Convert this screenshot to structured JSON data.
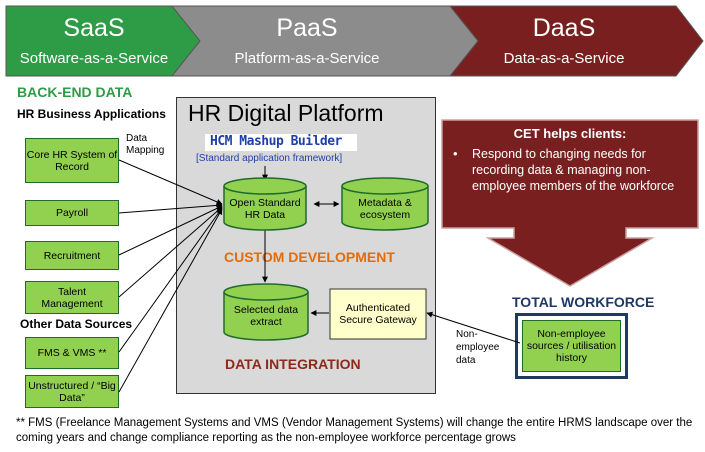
{
  "chevrons": [
    {
      "title": "SaaS",
      "subtitle": "Software-as-a-Service",
      "color": "#2e9b47"
    },
    {
      "title": "PaaS",
      "subtitle": "Platform-as-a-Service",
      "color": "#8c8c8c"
    },
    {
      "title": "DaaS",
      "subtitle": "Data-as-a-Service",
      "color": "#7a1f1f"
    }
  ],
  "left": {
    "backend_heading": "BACK-END DATA",
    "hr_apps_heading": "HR Business Applications",
    "data_mapping_label": "Data\nMapping",
    "hr_apps": [
      "Core HR System of Record",
      "Payroll",
      "Recruitment",
      "Talent Management"
    ],
    "other_heading": "Other Data Sources",
    "other_sources": [
      "FMS & VMS **",
      "Unstructured / “Big Data”"
    ]
  },
  "platform": {
    "title": "HR Digital Platform",
    "framework_name": "HCM Mashup Builder",
    "framework_caption": "[Standard application framework]",
    "open_standard": "Open Standard HR Data",
    "metadata": "Metadata & ecosystem",
    "custom_dev": "CUSTOM DEVELOPMENT",
    "selected_extract": "Selected data extract",
    "gateway": "Authenticated Secure Gateway",
    "data_integration": "DATA INTEGRATION"
  },
  "cet": {
    "heading": "CET helps clients:",
    "bullet": "Respond to changing needs for recording data & managing non-employee members of the workforce"
  },
  "workforce": {
    "heading": "TOTAL WORKFORCE",
    "box": "Non-employee sources / utilisation history",
    "flow_label": "Non-\nemployee\ndata"
  },
  "footnote": "**  FMS (Freelance Management Systems and VMS (Vendor Management Systems) will change the entire HRMS landscape over the coming years and change compliance reporting as the non-employee workforce percentage grows",
  "colors": {
    "green_box": "#92d050",
    "heading_green": "#2e9b47",
    "platform_bg": "#d9d9d9",
    "orange": "#e36c09",
    "dark_red": "#7a1f1f",
    "navy": "#1f3864",
    "gateway_fill": "#ffffcc",
    "framework_blue": "#1f3fa8"
  }
}
